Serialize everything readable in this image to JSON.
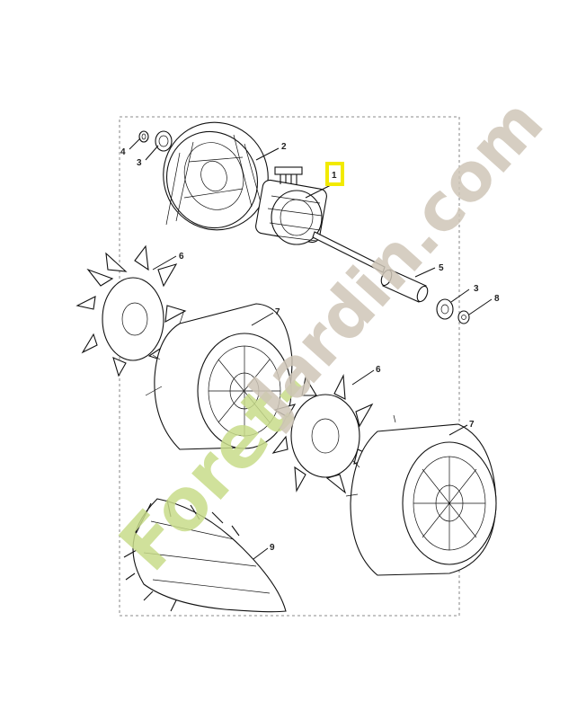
{
  "watermark": {
    "text_green": "Foret-",
    "text_grey": "Jardin.com",
    "color_green": "#c8dc8a",
    "color_grey": "#cfc6b8"
  },
  "highlight_color": "#f2ea00",
  "callouts": {
    "c1": "1",
    "c2": "2",
    "c3a": "3",
    "c3b": "3",
    "c4": "4",
    "c5": "5",
    "c6a": "6",
    "c6b": "6",
    "c7a": "7",
    "c7b": "7",
    "c8": "8",
    "c9": "9"
  },
  "parts": [
    {
      "ref": "1",
      "name": "motor-rotor-assembly"
    },
    {
      "ref": "2",
      "name": "motor-housing"
    },
    {
      "ref": "3",
      "name": "bearing"
    },
    {
      "ref": "4",
      "name": "circlip"
    },
    {
      "ref": "5",
      "name": "sleeve"
    },
    {
      "ref": "6",
      "name": "fan-impeller"
    },
    {
      "ref": "7",
      "name": "fan-housing"
    },
    {
      "ref": "8",
      "name": "screw"
    },
    {
      "ref": "9",
      "name": "nose-cone"
    }
  ]
}
